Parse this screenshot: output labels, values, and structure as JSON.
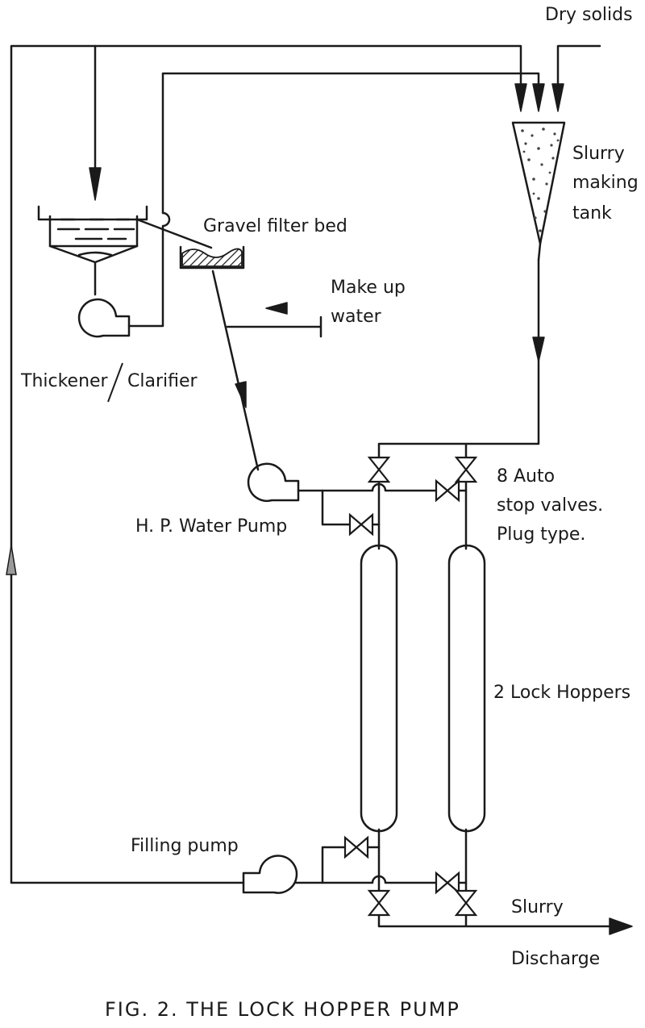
{
  "labels": {
    "dry_solids": "Dry solids",
    "slurry_tank": [
      "Slurry",
      "making",
      "tank"
    ],
    "gravel_filter": "Gravel filter bed",
    "make_up_water": [
      "Make up",
      "water"
    ],
    "thickener": "Thickener",
    "clarifier": "Clarifier",
    "hp_pump": "H. P. Water Pump",
    "valves": [
      "8 Auto",
      "stop valves.",
      "Plug type."
    ],
    "hoppers": "2 Lock Hoppers",
    "filling_pump": "Filling  pump",
    "slurry": "Slurry",
    "discharge": "Discharge",
    "caption": "FIG. 2.  THE LOCK HOPPER PUMP"
  },
  "colors": {
    "line": "#1a1a1a",
    "background": "#ffffff",
    "dots": "#444444",
    "open_arrow": "#9a9a9a"
  },
  "icons": {
    "pump": "pump-icon",
    "valve": "valve-icon",
    "arrow": "flow-arrow-icon"
  }
}
